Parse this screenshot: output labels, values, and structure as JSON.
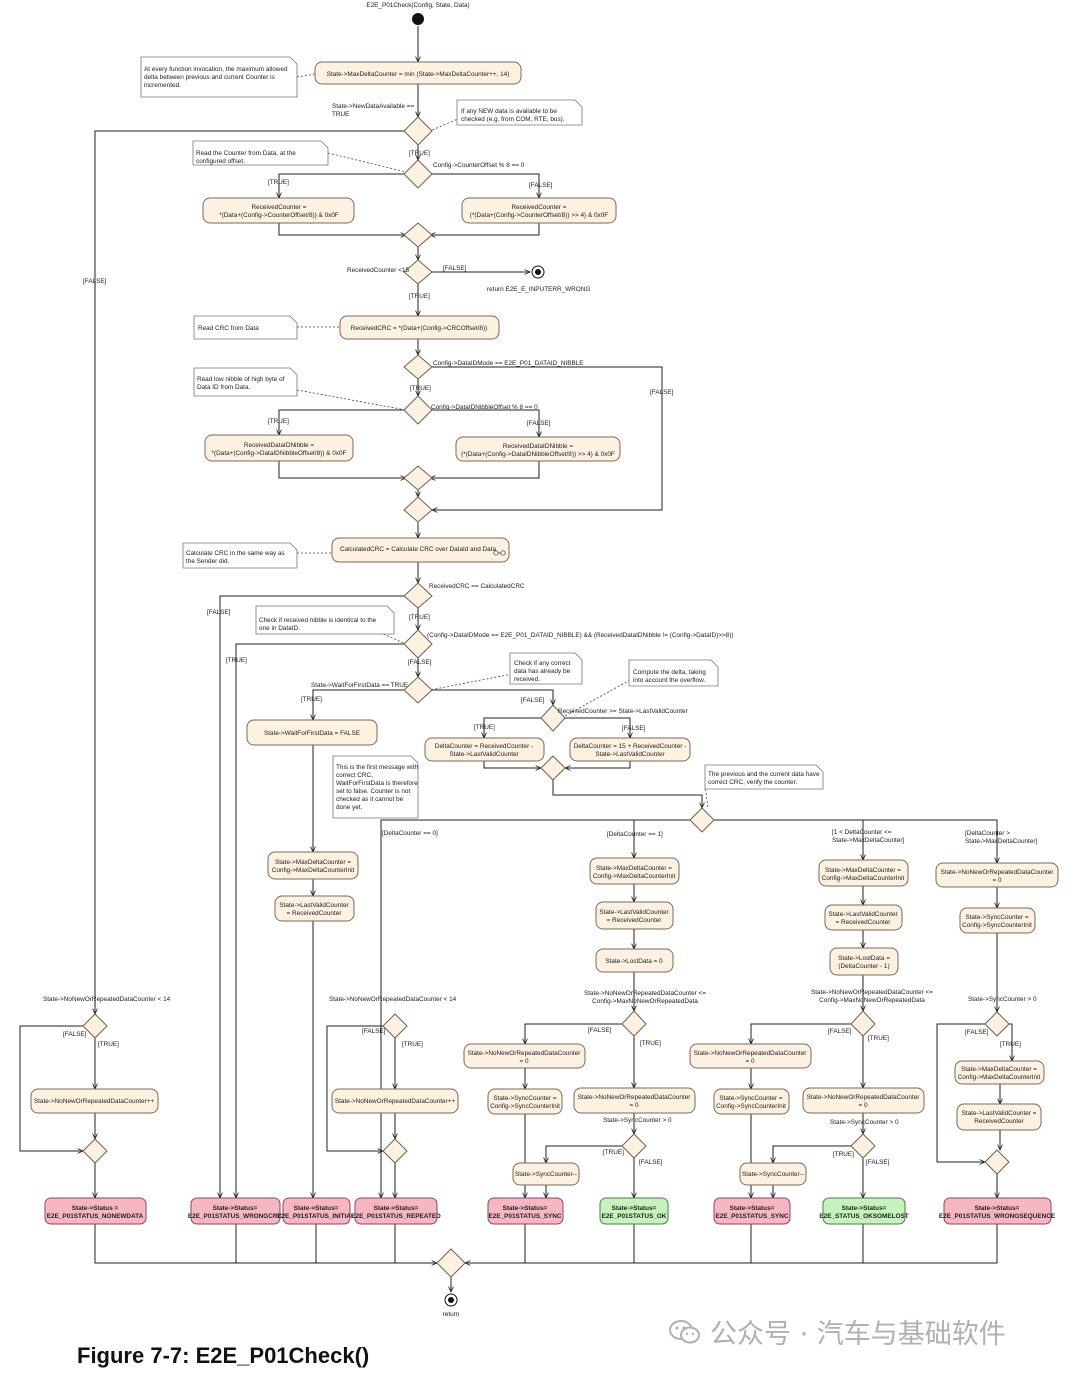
{
  "diagram": {
    "title": "E2E_P01Check(Config, State, Data)",
    "actions": {
      "a1": "State->MaxDeltaCounter = min (State->MaxDeltaCounter++, 14)",
      "rc1": "ReceivedCounter =|*(Data+(Config->CounterOffset/8)) & 0x0F",
      "rc2": "ReceivedCounter =|(*(Data+(Config->CounterOffset/8)) >> 4) & 0x0F",
      "crc": "ReceivedCRC = *(Data+(Config->CRCOffset/8))",
      "nib1": "ReceivedDataIDNibble =|*(Data+(Config->DataIDNibbleOffset/8)) & 0x0F",
      "nib2": "ReceivedDataIDNibble =|(*(Data+(Config->DataIDNibbleOffset/8)) >> 4) & 0x0F",
      "calc": "CalculatedCRC = Calculate CRC over DataId and Data",
      "wff": "State->WaitForFirstData = FALSE",
      "dc1": "DeltaCounter = ReceivedCounter -|State->LastValidCounter",
      "dc2": "DeltaCounter = 15 + ReceivedCounter -|State->LastValidCounter",
      "mdc_a": "State->MaxDeltaCounter =|Config->MaxDeltaCounterInit",
      "lvc_a": "State->LastValidCounter|= ReceivedCounter",
      "mdc_b": "State->MaxDeltaCounter =|Config->MaxDeltaCounterInit",
      "lvc_b": "State->LastValidCounter|= ReceivedCounter",
      "lost_b": "State->LostData = 0",
      "mdc_c": "State->MaxDeltaCounter =|Config->MaxDeltaCounterInit",
      "lvc_c": "State->LastValidCounter|= ReceivedCounter",
      "lost_c": "State->LostData =|(DeltaCounter - 1)",
      "nrd_d": "State->NoNewOrRepeatedDataCounter|= 0",
      "sync_d": "State->SyncCounter =|Config->SyncCounterInit",
      "mdc_d2": "State->MaxDeltaCounter =|Config->MaxDeltaCounterInit",
      "lvc_d2": "State->LastValidCounter =|ReceivedCounter",
      "nrdinc1": "State->NoNewOrRepeatedDataCounter++",
      "nrdinc2": "State->NoNewOrRepeatedDataCounter++",
      "nrd_b1": "State->NoNewOrRepeatedDataCounter|= 0",
      "sync_b1": "State->SyncCounter =|Config->SyncCounterInit",
      "nrd_b2": "State->NoNewOrRepeatedDataCounter|= 0",
      "syncdec_b": "State->SyncCounter--",
      "nrd_c1": "State->NoNewOrRepeatedDataCounter|= 0",
      "sync_c1": "State->SyncCounter =|Config->SyncCounterInit",
      "nrd_c2": "State->NoNewOrRepeatedDataCounter|= 0",
      "syncdec_c": "State->SyncCounter--"
    },
    "status": {
      "s_nonew": "State->Status =|E2E_P01STATUS_NONEWDATA",
      "s_wrongcrc": "State->Status=|E2E_P01STATUS_WRONGCRC",
      "s_initial": "State->Status=|E2E_P01STATUS_INITIAL",
      "s_repeated": "State->Status=|E2E_P01STATUS_REPEATED",
      "s_sync1": "State->Status=|E2E_P01STATUS_SYNC",
      "s_ok": "State->Status=|E2E_P01STATUS_OK",
      "s_sync2": "State->Status=|E2E_P01STATUS_SYNC",
      "s_oksomelost": "State->Status=|E2E_STATUS_OKSOMELOST",
      "s_wrongseq": "State->Status=|E2E_P01STATUS_WRONGSEQUENCE"
    },
    "notes": {
      "n1": "At every function invocation, the maximum allowed|delta between previous and current Counter is|incremented.",
      "n2": "If any NEW data is available to be|checked (e.g. from COM, RTE, bus).",
      "n3": "Read the Counter from Data, at the|configured offset.",
      "n4": "Read CRC from Data",
      "n5": "Read low nibble of high byte of|Data ID from Data.",
      "n6": "Calculate CRC in the same way as|the Sender did.",
      "n7": "Check if received nibble is identical to the|one in DataID.",
      "n8": "Check if any correct|data has already be|received.",
      "n9": "Compute the delta, taking|into account the overflow.",
      "n10": "This is the first message with|correct CRC,|WaitForFirstData is therefore|set to false. Counter is not|checked as it cannot be|done yet.",
      "n11": "The previous and the current data have|correct CRC, verify the counter."
    },
    "labels": {
      "g_newdata": "State->NewDataAvailable ==|TRUE",
      "true1": "[TRUE]",
      "g_cntoff": "Config->CounterOffset % 8 == 0",
      "true2": "[TRUE]",
      "false2": "[FALSE]",
      "g_rc15": "ReceivedCounter <15",
      "false3": "[FALSE]",
      "ret_inerr": "return E2E_E_INPUTERR_WRONG",
      "true3": "[TRUE]",
      "false_left": "[FALSE]",
      "g_dataid": "Config->DataIDMode == E2E_P01_DATAID_NIBBLE",
      "true4": "[TRUE]",
      "false4": "[FALSE]",
      "g_niboff": "Config->DataIDNibbleOffset % 8 == 0",
      "true5": "[TRUE]",
      "false5": "[FALSE]",
      "g_crceq": "ReceivedCRC == CalculatedCRC",
      "false6": "[FALSE]",
      "true6": "[TRUE]",
      "g_nibchk": "(Config->DataIDMode == E2E_P01_DATAID_NIBBLE) && (ReceivedDataIDNibble != (Config->DataID)>>8))",
      "true7": "[TRUE]",
      "false7": "[FALSE]",
      "g_wff": "State->WaitForFirstData == TRUE",
      "true8": "[TRUE]",
      "false8": "[FALSE]",
      "g_rcge": "ReceivedCounter >= State->LastValidCounter",
      "true9": "[TRUE]",
      "false9": "[FALSE]",
      "g_d0": "[DeltaCounter == 0]",
      "g_d1": "[DeltaCounter == 1]",
      "g_dmid": "[1 < DeltaCounter <=|State->MaxDeltaCounter]",
      "g_dgt": "[DeltaCounter >|State->MaxDeltaCounter]",
      "g_nrd14a": "State->NoNewOrRepeatedDataCounter < 14",
      "fa": "[FALSE]",
      "ta": "[TRUE]",
      "g_nrd14b": "State->NoNewOrRepeatedDataCounter < 14",
      "fb": "[FALSE]",
      "tb": "[TRUE]",
      "g_nrdmax_b": "State->NoNewOrRepeatedDataCounter <=|Config->MaxNoNewOrRepeatedData",
      "fc": "[FALSE]",
      "tc": "[TRUE]",
      "g_sync_b": "State->SyncCounter > 0",
      "td": "[TRUE]",
      "fd": "[FALSE]",
      "g_nrdmax_c": "State->NoNewOrRepeatedDataCounter <=|Config->MaxNoNewOrRepeatedData",
      "fe": "[FALSE]",
      "te": "[TRUE]",
      "g_sync_c": "State->SyncCounter > 0",
      "tf": "[TRUE]",
      "ff": "[FALSE]",
      "g_sync_d": "State->SyncCounter > 0",
      "fg": "[FALSE]",
      "tg": "[TRUE]",
      "ret": "return"
    }
  },
  "caption": "Figure 7-7: E2E_P01Check()",
  "watermark": "公众号 · 汽车与基础软件"
}
